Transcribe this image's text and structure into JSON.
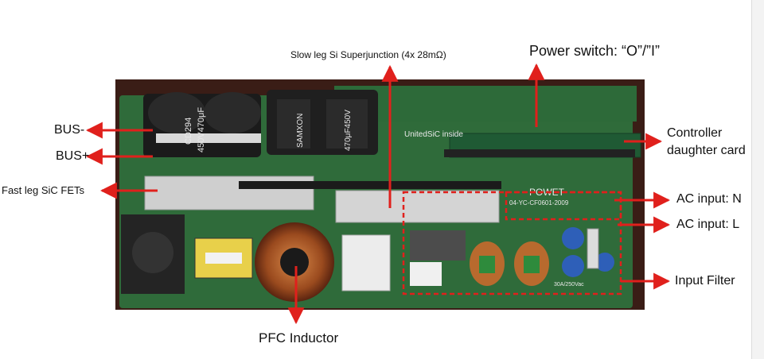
{
  "labels": {
    "slow_leg": "Slow leg Si Superjunction (4x 28mΩ)",
    "power_switch": "Power switch: “O”/”I”",
    "bus_minus": "BUS-",
    "bus_plus": "BUS+",
    "fast_leg": "Fast leg SiC FETs",
    "controller_line1": "Controller",
    "controller_line2": "daughter card",
    "ac_input_n": "AC input: N",
    "ac_input_l": "AC input: L",
    "input_filter": "Input Filter",
    "pfc_inductor": "PFC Inductor"
  },
  "board_text": {
    "cap1_a": "CD294",
    "cap1_b": "450V470μF",
    "cap2_a": "SAMXON",
    "cap2_b": "470μF450V",
    "unitedsic": "UnitedSiC inside",
    "brand": "POWET",
    "part_no": "04-YC-CF0601-2009",
    "fuse_rating": "30A/250Vac"
  },
  "colors": {
    "arrow": "#e0201c",
    "pcb": "#2f6b3a",
    "background": "#ffffff"
  }
}
